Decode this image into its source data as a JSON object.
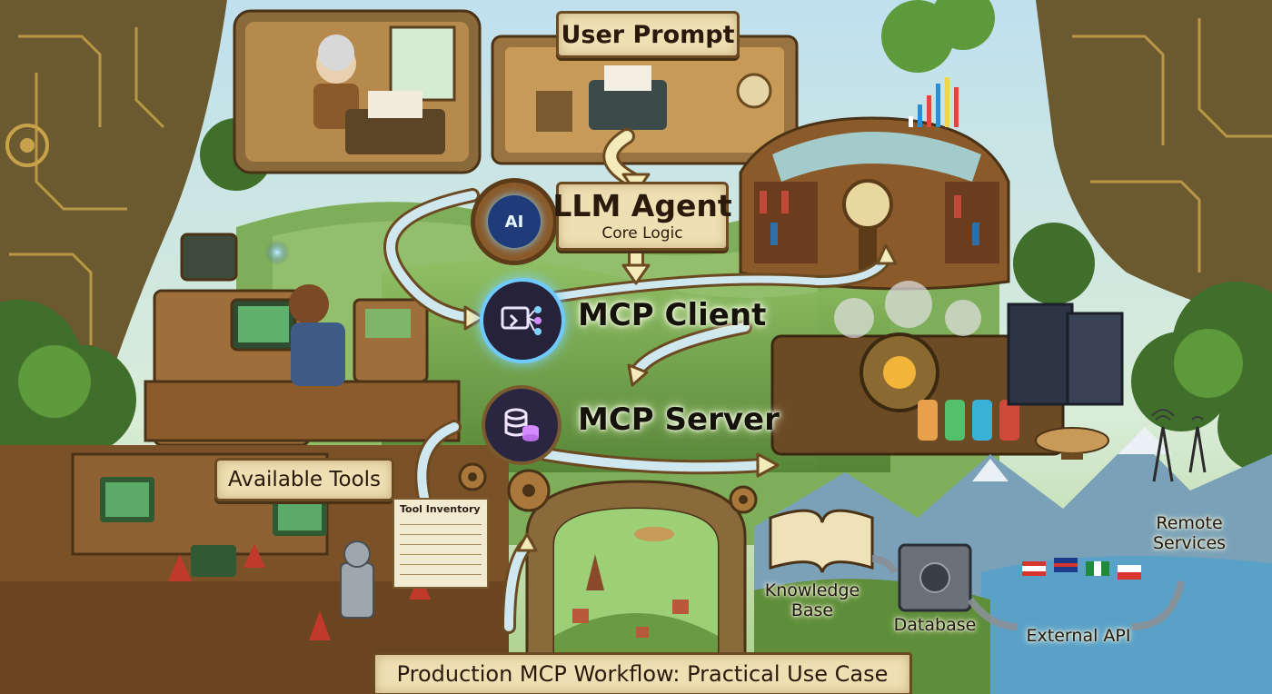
{
  "diagram": {
    "nodes": {
      "user_prompt": "User Prompt",
      "llm_agent": "LLM Agent",
      "llm_agent_sub": "Core Logic",
      "mcp_client": "MCP Client",
      "mcp_server": "MCP Server",
      "available_tools": "Available Tools",
      "tool_inventory": "Tool Inventory",
      "knowledge_base": "Knowledge\nBase",
      "database": "Database",
      "external_api": "External API",
      "remote_services": "Remote\nServices"
    },
    "icon_text": {
      "ai_chip": "AI"
    },
    "title": "Production MCP Workflow: Practical Use Case"
  },
  "colors": {
    "parchment": "#efe0b3",
    "wood": "#6b4a22",
    "forest": "#4f7d34",
    "arrow_fill": "#f3ecb8",
    "node_dark": "#26223a",
    "glow": "#7fd3ff"
  },
  "icons": [
    "ai-gear-icon",
    "mcp-client-icon",
    "database-stack-icon"
  ]
}
